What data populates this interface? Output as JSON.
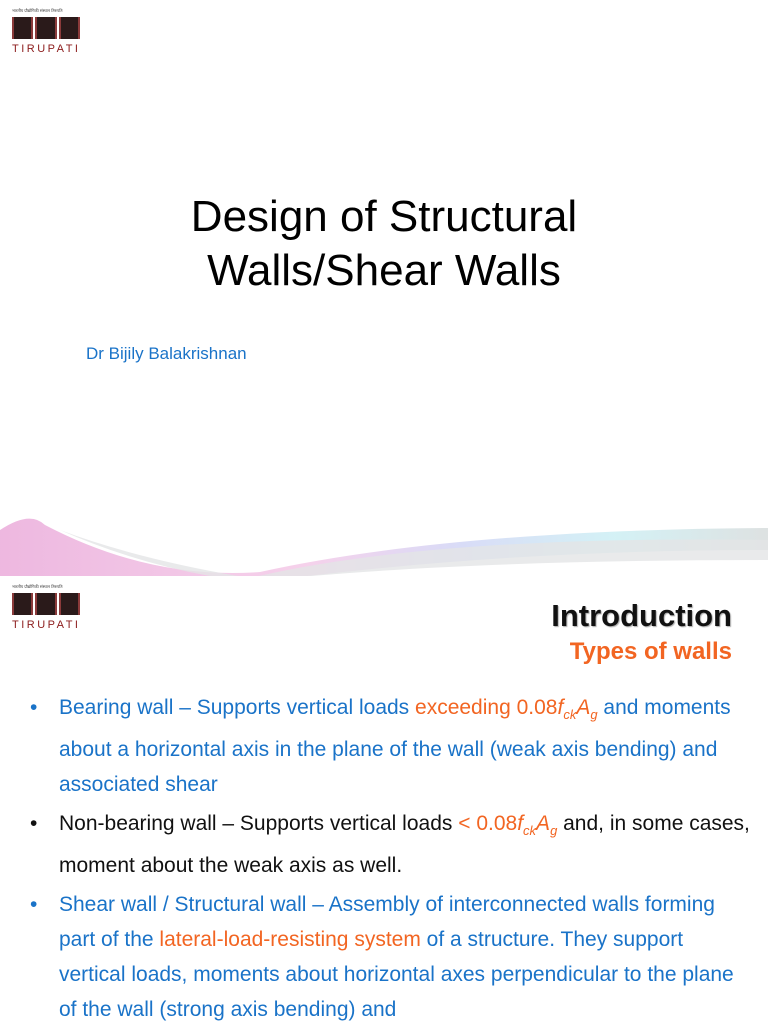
{
  "slide1": {
    "logo": {
      "hindi_text": "भारतीय प्रौद्योगिकी संस्थान तिरुपति",
      "name": "TIRUPATI"
    },
    "title_line1": "Design of Structural",
    "title_line2": "Walls/Shear Walls",
    "author": "Dr Bijily Balakrishnan"
  },
  "slide2": {
    "logo": {
      "hindi_text": "भारतीय प्रौद्योगिकी संस्थान तिरुपति",
      "name": "TIRUPATI"
    },
    "heading": "Introduction",
    "subheading": "Types of walls",
    "bullets": [
      {
        "a": "Bearing wall – Supports vertical loads ",
        "b": "exceeding 0.08",
        "f": "f",
        "ck": "ck",
        "A": "A",
        "g": "g",
        "c": " and moments about a horizontal axis in the plane of the wall (weak axis bending) and associated shear"
      },
      {
        "a": "Non-bearing wall – Supports vertical loads ",
        "b": "< 0.08",
        "f": "f",
        "ck": "ck",
        "A": "A",
        "g": "g",
        "c": " and, in some cases, moment about the weak axis as well."
      },
      {
        "a": "Shear wall / Structural wall – Assembly of interconnected walls forming part of the ",
        "b": "lateral-load-resisting system",
        "c": " of a structure. They support vertical loads, moments about horizontal axes perpendicular to the plane of the wall (strong axis bending) and"
      }
    ]
  },
  "colors": {
    "accent_blue": "#1a73c8",
    "accent_orange": "#f26522"
  }
}
